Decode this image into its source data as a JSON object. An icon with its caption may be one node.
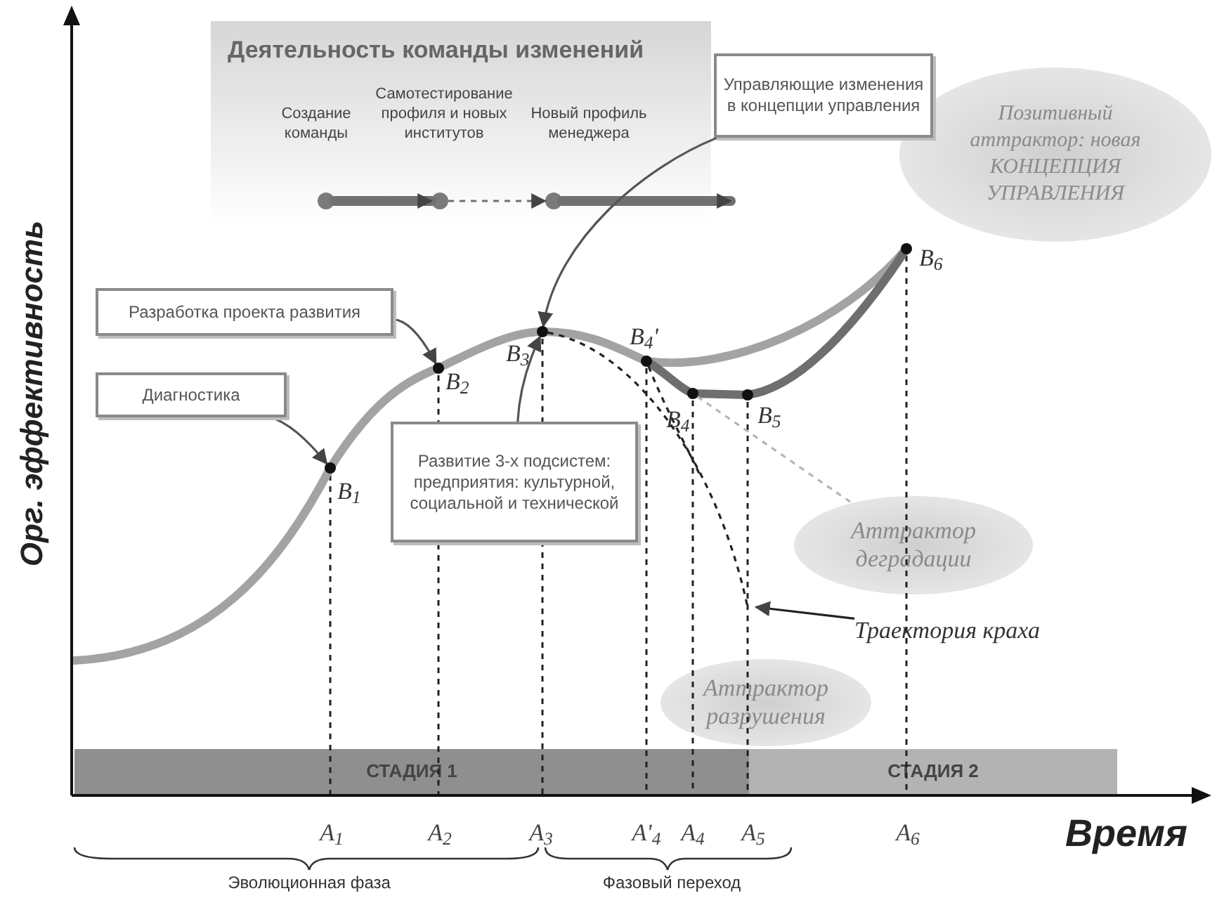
{
  "diagram": {
    "nodes": [
      {
        "text": [
          "Деятельность команды изменений"
        ]
      },
      {
        "text": [],
        "shape": "circle",
        "in": 0,
        "beside": [
          "Создание команды"
        ]
      },
      {
        "text": [],
        "shape": "circle",
        "in": 0,
        "beside": [
          "Самотестирование профиля и новых институтов"
        ]
      },
      {
        "text": [],
        "shape": "circle",
        "in": 0,
        "beside": [
          "Новый профиль менеджера"
        ]
      },
      {
        "text": [
          "Управляющие изменения в концепции управления"
        ]
      },
      {
        "text": [
          "Позитивный аттрактор: новая КОНЦЕПЦИЯ УПРАВЛЕНИЯ"
        ]
      },
      {
        "text": [
          "Разработка проекта развития"
        ]
      },
      {
        "text": [
          "Диагностика"
        ]
      },
      {
        "text": [
          "Развитие 3-х подсистем: предприятия: культурной, социальной и технической"
        ]
      },
      {
        "text": [
          "Аттрактор деградации"
        ]
      },
      {
        "text": [
          "Аттрактор разрушения"
        ]
      },
      {
        "text": [
          "Траектория краха"
        ]
      },
      {
        "text": [],
        "shape": "circle",
        "beside": [
          "B$_{1}$"
        ]
      },
      {
        "text": [],
        "shape": "circle",
        "beside": [
          "B$_{2}$"
        ]
      },
      {
        "text": [],
        "shape": "circle",
        "beside": [
          "B$_{3}$"
        ]
      },
      {
        "text": [],
        "shape": "circle",
        "beside": [
          "B$_{4}$'"
        ]
      },
      {
        "text": [],
        "shape": "circle",
        "beside": [
          "B$_{4}$"
        ]
      },
      {
        "text": [],
        "shape": "circle",
        "beside": [
          "B$_{5}$"
        ]
      },
      {
        "text": [],
        "shape": "circle",
        "beside": [
          "B$_{6}$"
        ]
      },
      {
        "text": [
          "СТАДИЯ 1"
        ]
      },
      {
        "text": [
          "СТАДИЯ 2"
        ]
      }
    ],
    "edges": [
      {
        "from": 1,
        "to": 2,
        "arrow": "to",
        "style": "thick",
        "color": "#707070"
      },
      {
        "from": 2,
        "to": 3,
        "arrow": "to",
        "style": "dashed",
        "color": "#707070"
      },
      {
        "from": 3,
        "to": null,
        "arrow": "to",
        "style": "thick",
        "color": "#707070"
      },
      {
        "from": 4,
        "to": 14,
        "arrow": "to"
      },
      {
        "from": 7,
        "to": 12,
        "arrow": "to"
      },
      {
        "from": 6,
        "to": 13,
        "arrow": "to"
      },
      {
        "from": 8,
        "to": 14,
        "arrow": "to"
      },
      {
        "from": 11,
        "to": null,
        "arrow": "to",
        "color": "#222222"
      },
      {
        "from": 14,
        "to": null,
        "arrow": "none",
        "style": "dashed",
        "color": "#222222"
      },
      {
        "from": 15,
        "to": null,
        "arrow": "none",
        "style": "dashed",
        "color": "#222222"
      },
      {
        "from": 16,
        "to": 9,
        "arrow": "none",
        "style": "dashed",
        "color": "#b5b5b5"
      }
    ],
    "labels": [
      "Орг. эффективность",
      "A$_{1}$",
      "A$_{2}$",
      "A$_{3}$",
      "A'$_{4}$",
      "A$_{4}$",
      "A$_{5}$",
      "A$_{6}$",
      "Время",
      "Эволюционная фаза",
      "Фазовый переход"
    ]
  }
}
